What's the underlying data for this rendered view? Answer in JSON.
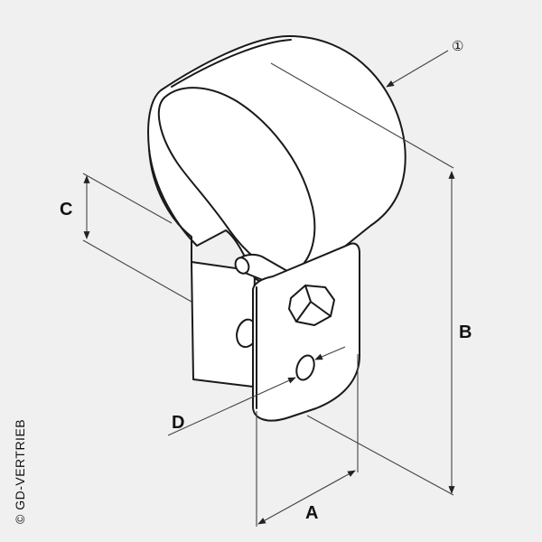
{
  "labels": {
    "callout": "①",
    "dim_a": "A",
    "dim_b": "B",
    "dim_c": "C",
    "dim_d": "D"
  },
  "copyright": "© GD-VERTRIEB",
  "colors": {
    "background": "#f0f0f0",
    "part_fill": "#ffffff",
    "outline": "#1a1a1a",
    "dimension_line": "#444444"
  }
}
